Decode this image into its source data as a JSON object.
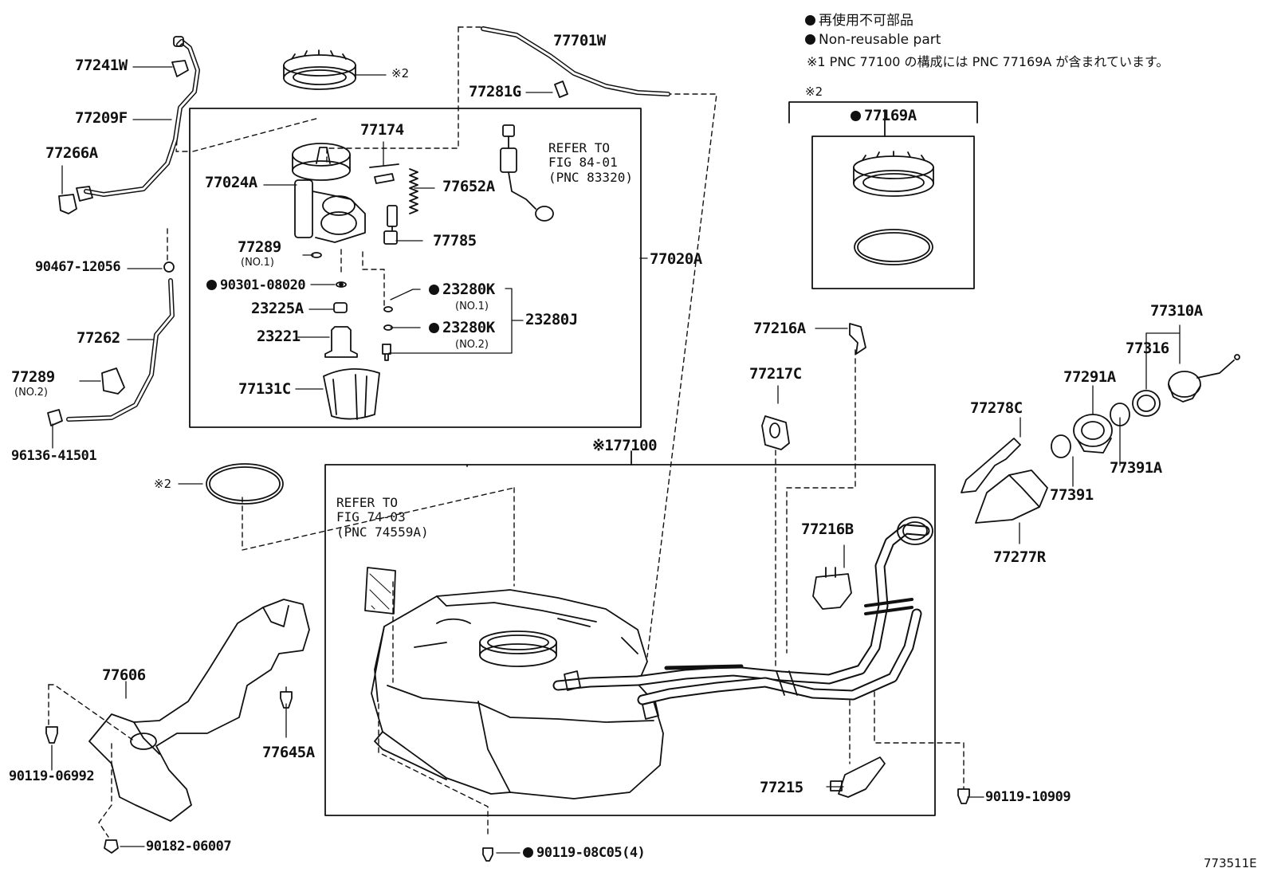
{
  "legend": {
    "jp": "再使用不可部品",
    "en": "Non-reusable part",
    "note1": "※1 PNC 77100 の構成には PNC 77169A が含まれています。"
  },
  "figure_id": "773511E",
  "mark2": "※2",
  "parts": {
    "p77241W": "77241W",
    "p77209F": "77209F",
    "p77266A": "77266A",
    "p90467": "90467-12056",
    "p77262": "77262",
    "p77289no2": "77289",
    "p77289no2sub": "(NO.2)",
    "p96136": "96136-41501",
    "p77701W": "77701W",
    "p77281G": "77281G",
    "p77174": "77174",
    "p77024A": "77024A",
    "p77652A": "77652A",
    "ref84": [
      "REFER TO",
      "FIG 84-01",
      "(PNC 83320)"
    ],
    "p77785": "77785",
    "p77289no1": "77289",
    "p77289no1sub": "(NO.1)",
    "p90301": "90301-08020",
    "p23225A": "23225A",
    "p23280Kno1": "23280K",
    "no1": "(NO.1)",
    "p23280J": "23280J",
    "p23221": "23221",
    "p23280Kno2": "23280K",
    "no2": "(NO.2)",
    "p77131C": "77131C",
    "p77020A": "77020A",
    "p77169A": "77169A",
    "p77100": "※177100",
    "ref74": [
      "REFER TO",
      "FIG 74-03",
      "(PNC 74559A)"
    ],
    "p77216A": "77216A",
    "p77217C": "77217C",
    "p77216B": "77216B",
    "p77310A": "77310A",
    "p77316": "77316",
    "p77291A": "77291A",
    "p77278C": "77278C",
    "p77391": "77391",
    "p77391A": "77391A",
    "p77277R": "77277R",
    "p77606": "77606",
    "p77645A": "77645A",
    "p90119_06992": "90119-06992",
    "p90182": "90182-06007",
    "p90119_08C05": "90119-08C05(4)",
    "p77215": "77215",
    "p90119_10909": "90119-10909"
  }
}
